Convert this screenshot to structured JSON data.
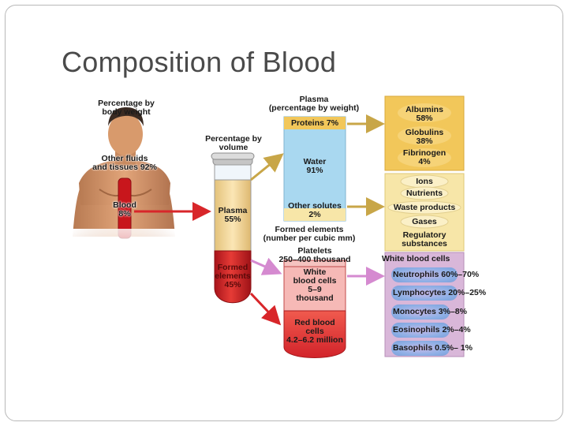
{
  "slide": {
    "title": "Composition of Blood"
  },
  "body_weight": {
    "heading": "Percentage by body weight",
    "heading_line1": "Percentage by",
    "heading_line2": "body weight",
    "other_line1": "Other fluids",
    "other_line2": "and tissues 92%",
    "blood_line1": "Blood",
    "blood_line2": "8%"
  },
  "volume": {
    "heading_line1": "Percentage by",
    "heading_line2": "volume",
    "plasma_line1": "Plasma",
    "plasma_line2": "55%",
    "formed_line1": "Formed",
    "formed_line2": "elements",
    "formed_line3": "45%"
  },
  "plasma": {
    "heading_line1": "Plasma",
    "heading_line2": "(percentage by weight)",
    "proteins": "Proteins 7%",
    "water_line1": "Water",
    "water_line2": "91%",
    "other_line1": "Other solutes",
    "other_line2": "2%"
  },
  "proteins_breakdown": {
    "albumins_line1": "Albumins",
    "albumins_line2": "58%",
    "globulins_line1": "Globulins",
    "globulins_line2": "38%",
    "fibrinogen_line1": "Fibrinogen",
    "fibrinogen_line2": "4%"
  },
  "solutes": {
    "ions": "Ions",
    "nutrients": "Nutrients",
    "waste": "Waste products",
    "gases": "Gases",
    "regulatory_line1": "Regulatory",
    "regulatory_line2": "substances"
  },
  "formed_elements": {
    "heading_line1": "Formed elements",
    "heading_line2": "(number per cubic mm)",
    "platelets_line1": "Platelets",
    "platelets_line2": "250–400 thousand",
    "wbc_line1": "White",
    "wbc_line2": "blood cells",
    "wbc_line3": "5–9",
    "wbc_line4": "thousand",
    "rbc_line1": "Red blood",
    "rbc_line2": "cells",
    "rbc_line3": "4.2–6.2 million"
  },
  "wbc_breakdown": {
    "heading": "White blood cells",
    "items": [
      {
        "name": "Neutrophils",
        "range": "60%–70%"
      },
      {
        "name": "Lymphocytes",
        "range": "20%–25%"
      },
      {
        "name": "Monocytes",
        "range": "3%–8%"
      },
      {
        "name": "Eosinophils",
        "range": "2%–4%"
      },
      {
        "name": "Basophils",
        "range": "0.5%– 1%"
      }
    ]
  },
  "colors": {
    "plasma_box": "#a9d8f0",
    "protein_box": "#f2c75a",
    "solute_box": "#f7e6a8",
    "wbc_box": "#d9b7d9",
    "blood_red": "#d8262a",
    "arrow_gold": "#c8a648"
  }
}
